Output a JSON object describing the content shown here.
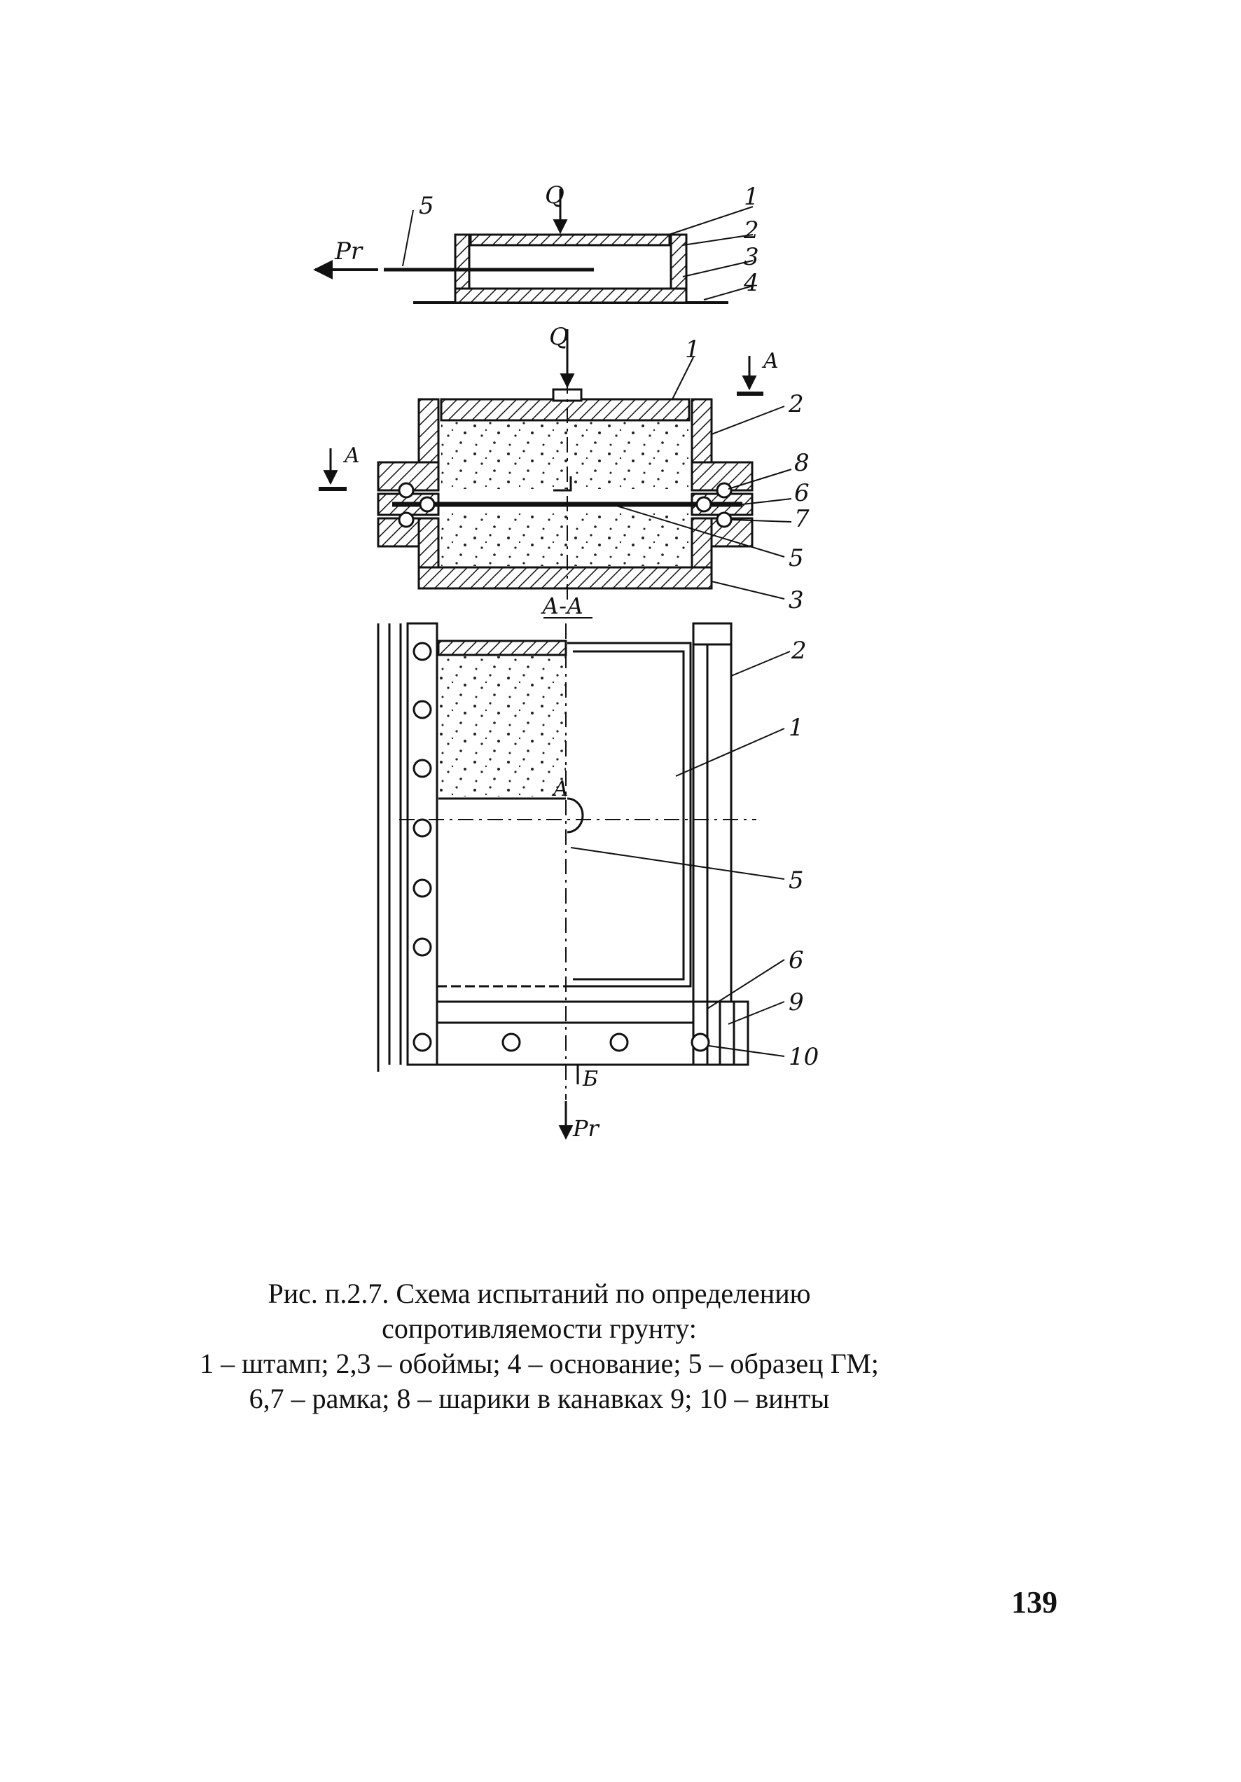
{
  "figure": {
    "top_view": {
      "load_label": "Q",
      "force_label": "Pr",
      "callouts": [
        "5",
        "1",
        "2",
        "3",
        "4"
      ]
    },
    "section_view": {
      "load_label": "Q",
      "section_marks": [
        "A",
        "A"
      ],
      "callouts": [
        "1",
        "2",
        "8",
        "6",
        "7",
        "5",
        "3"
      ]
    },
    "plan_view": {
      "section_title": "А-А",
      "corner_mark": "A",
      "bottom_mark": "Б",
      "force_label": "Pr",
      "callouts": [
        "2",
        "1",
        "5",
        "6",
        "9",
        "10"
      ]
    }
  },
  "caption": {
    "line1": "Рис. п.2.7. Схема испытаний по определению",
    "line2": "сопротивляемости грунту:",
    "line3": "1 – штамп; 2,3 – обоймы; 4 – основание; 5 – образец ГМ;",
    "line4": "6,7 – рамка; 8 – шарики в канавках 9; 10 – винты"
  },
  "page_number": "139"
}
